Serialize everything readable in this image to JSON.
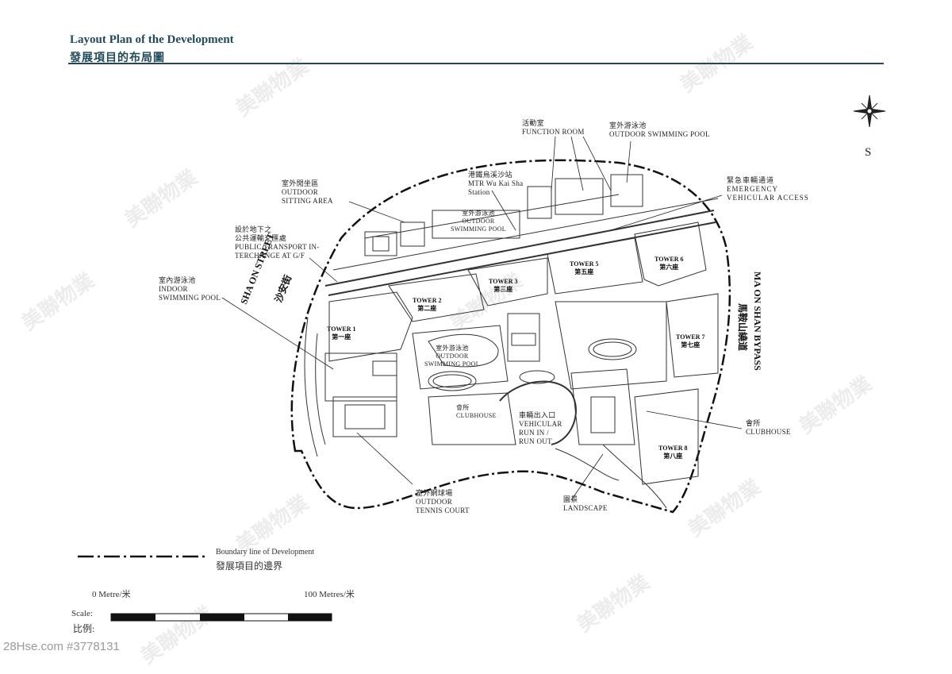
{
  "header": {
    "title_en": "Layout Plan of the Development",
    "title_zh": "發展項目的布局圖"
  },
  "compass": {
    "direction": "S"
  },
  "roads": {
    "sha_on_en": "SHA ON STREET",
    "sha_on_zh": "沙安街",
    "ma_on_shan_en": "MA ON SHAN BYPASS",
    "ma_on_shan_zh": "馬鞍山繞道"
  },
  "labels": {
    "function_room": {
      "zh": "活動室",
      "en": "FUNCTION ROOM"
    },
    "outdoor_pool_top": {
      "zh": "室外游泳池",
      "en": "OUTDOOR SWIMMING POOL"
    },
    "mtr": {
      "zh": "港鐵烏溪沙站",
      "en1": "MTR Wu Kai Sha",
      "en2": "Station"
    },
    "emergency": {
      "zh": "緊急車輛通道",
      "en1": "EMERGENCY",
      "en2": "VEHICULAR ACCESS"
    },
    "sitting": {
      "zh": "室外閒坐區",
      "en1": "OUTDOOR",
      "en2": "SITTING AREA"
    },
    "transport": {
      "zh1": "設於地下之",
      "zh2": "公共運輸交匯處",
      "en1": "PUBLIC TRANSPORT IN-",
      "en2": "TERCHANGE AT G/F"
    },
    "indoor_pool": {
      "zh": "室內游泳池",
      "en1": "INDOOR",
      "en2": "SWIMMING POOL"
    },
    "inner_pool_north": {
      "zh": "室外游泳池",
      "en1": "OUTDOOR",
      "en2": "SWIMMING POOL"
    },
    "inner_pool_center": {
      "zh": "室外游泳池",
      "en1": "OUTDOOR",
      "en2": "SWIMMING POOL"
    },
    "clubhouse_inner": {
      "zh": "會所",
      "en": "CLUBHOUSE"
    },
    "vehicular": {
      "zh": "車輛出入口",
      "en1": "VEHICULAR",
      "en2": "RUN IN /",
      "en3": "RUN OUT"
    },
    "clubhouse_right": {
      "zh": "會所",
      "en": "CLUBHOUSE"
    },
    "tennis": {
      "zh": "室外網球場",
      "en1": "OUTDOOR",
      "en2": "TENNIS COURT"
    },
    "landscape": {
      "zh": "園景",
      "en": "LANDSCAPE"
    }
  },
  "towers": [
    {
      "en": "TOWER 1",
      "zh": "第一座"
    },
    {
      "en": "TOWER 2",
      "zh": "第二座"
    },
    {
      "en": "TOWER 3",
      "zh": "第三座"
    },
    {
      "en": "TOWER 5",
      "zh": "第五座"
    },
    {
      "en": "TOWER 6",
      "zh": "第六座"
    },
    {
      "en": "TOWER 7",
      "zh": "第七座"
    },
    {
      "en": "TOWER 8",
      "zh": "第八座"
    }
  ],
  "legend": {
    "boundary_en": "Boundary line of Development",
    "boundary_zh": "發展項目的邊界"
  },
  "scale": {
    "zero": "0 Metre/米",
    "hundred": "100 Metres/米",
    "label_en": "Scale:",
    "label_zh": "比例:"
  },
  "watermark": "美聯物業",
  "footer": "28Hse.com #3778131"
}
